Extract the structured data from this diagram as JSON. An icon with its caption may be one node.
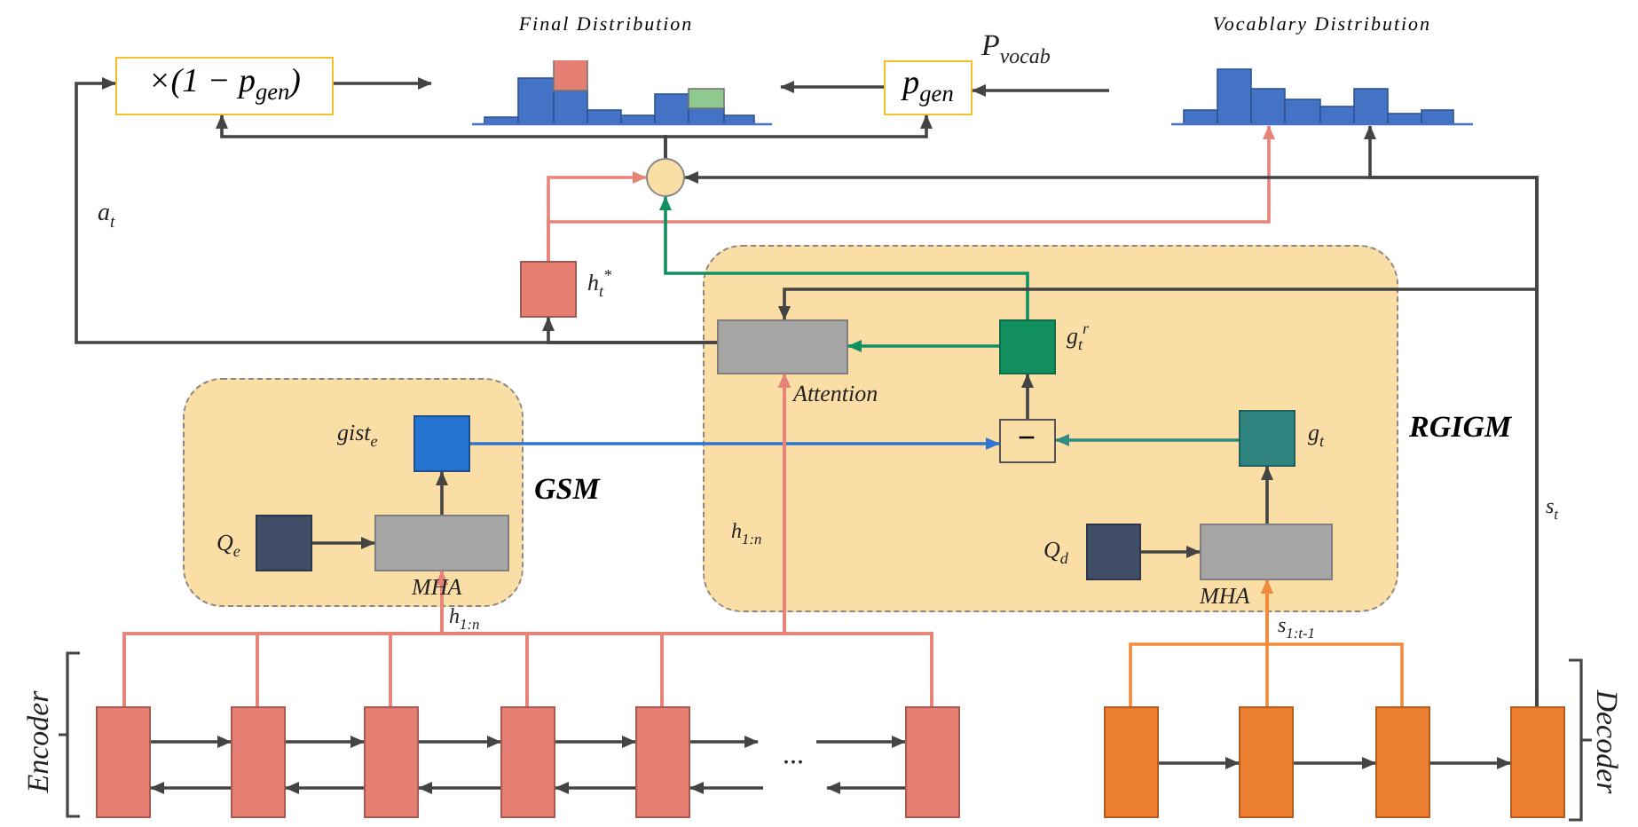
{
  "diagram": {
    "nodes": [
      {
        "text": [
          "×(1 − p$_{gen}$)"
        ]
      },
      {
        "text": [
          "Final Distribution"
        ]
      },
      {
        "text": [
          "p$_{gen}$"
        ]
      },
      {
        "text": [
          "Vocablary Distribution"
        ]
      },
      {
        "text": [],
        "shape": "circle"
      },
      {
        "text": [],
        "shape": "box",
        "beside": [
          "h$_{t}$$^{*}$"
        ]
      },
      {
        "text": [
          "GSM"
        ]
      },
      {
        "text": [],
        "shape": "box",
        "in": 6,
        "beside": [
          "gist$_{e}$"
        ]
      },
      {
        "text": [],
        "shape": "box",
        "in": 6,
        "beside": [
          "Q$_{e}$"
        ]
      },
      {
        "text": [],
        "shape": "box",
        "in": 6,
        "beside": [
          "MHA"
        ]
      },
      {
        "text": [
          "RGIGM"
        ]
      },
      {
        "text": [],
        "shape": "box",
        "in": 10,
        "beside": [
          "Attention"
        ]
      },
      {
        "text": [],
        "shape": "box",
        "in": 10,
        "beside": [
          "g$_{t}$$^{r}$"
        ]
      },
      {
        "text": [
          "−"
        ],
        "in": 10
      },
      {
        "text": [],
        "shape": "box",
        "in": 10,
        "beside": [
          "g$_{t}$"
        ]
      },
      {
        "text": [],
        "shape": "box",
        "in": 10,
        "beside": [
          "Q$_{d}$"
        ]
      },
      {
        "text": [],
        "shape": "box",
        "in": 10,
        "beside": [
          "MHA"
        ]
      },
      {
        "text": [],
        "shape": "box"
      },
      {
        "text": [],
        "shape": "box"
      },
      {
        "text": [],
        "shape": "box"
      },
      {
        "text": [],
        "shape": "box"
      },
      {
        "text": [],
        "shape": "box"
      },
      {
        "text": [],
        "shape": "box"
      },
      {
        "text": [],
        "shape": "box"
      },
      {
        "text": [],
        "shape": "box"
      },
      {
        "text": [],
        "shape": "box"
      },
      {
        "text": [],
        "shape": "box"
      }
    ],
    "edges": [
      {
        "from": 0,
        "to": 1,
        "arrow": "to"
      },
      {
        "from": 2,
        "to": 1,
        "arrow": "to"
      },
      {
        "from": null,
        "to": 2,
        "arrow": "to",
        "label": "P$_{vocab}$"
      },
      {
        "from": 4,
        "to": 0,
        "arrow": "to"
      },
      {
        "from": 4,
        "to": 2,
        "arrow": "to"
      },
      {
        "from": 11,
        "to": 0,
        "arrow": "to",
        "label": "a$_{t}$"
      },
      {
        "from": 11,
        "to": 5,
        "arrow": "to"
      },
      {
        "from": 5,
        "to": 4,
        "arrow": "to",
        "color": "#e8837a"
      },
      {
        "from": 5,
        "to": 3,
        "arrow": "to",
        "color": "#e8837a"
      },
      {
        "from": 12,
        "to": 4,
        "arrow": "to",
        "color": "#119060"
      },
      {
        "from": 12,
        "to": 11,
        "arrow": "to",
        "color": "#119060"
      },
      {
        "from": 26,
        "to": 4,
        "arrow": "to",
        "label": "s$_{t}$"
      },
      {
        "from": 26,
        "to": 3,
        "arrow": "to"
      },
      {
        "from": 26,
        "to": 11,
        "arrow": "to"
      },
      {
        "from": 7,
        "to": 13,
        "arrow": "to",
        "color": "#2f74d0"
      },
      {
        "from": 14,
        "to": 13,
        "arrow": "to",
        "color": "#2f8a82"
      },
      {
        "from": 13,
        "to": 12,
        "arrow": "to"
      },
      {
        "from": 8,
        "to": 9,
        "arrow": "to"
      },
      {
        "from": 9,
        "to": 7,
        "arrow": "to"
      },
      {
        "from": 15,
        "to": 16,
        "arrow": "to"
      },
      {
        "from": 16,
        "to": 14,
        "arrow": "to"
      },
      {
        "from": 17,
        "to": 9,
        "arrow": "to",
        "color": "#e8837a",
        "label": "h$_{1:n}$"
      },
      {
        "from": 17,
        "to": 11,
        "arrow": "to",
        "color": "#e8837a",
        "label": "h$_{1:n}$"
      },
      {
        "from": 18,
        "to": 9,
        "arrow": "to",
        "color": "#e8837a"
      },
      {
        "from": 18,
        "to": 11,
        "arrow": "to",
        "color": "#e8837a"
      },
      {
        "from": 19,
        "to": 9,
        "arrow": "to",
        "color": "#e8837a"
      },
      {
        "from": 19,
        "to": 11,
        "arrow": "to",
        "color": "#e8837a"
      },
      {
        "from": 20,
        "to": 9,
        "arrow": "to",
        "color": "#e8837a"
      },
      {
        "from": 20,
        "to": 11,
        "arrow": "to",
        "color": "#e8837a"
      },
      {
        "from": 21,
        "to": 9,
        "arrow": "to",
        "color": "#e8837a"
      },
      {
        "from": 21,
        "to": 11,
        "arrow": "to",
        "color": "#e8837a"
      },
      {
        "from": 22,
        "to": 9,
        "arrow": "to",
        "color": "#e8837a"
      },
      {
        "from": 22,
        "to": 11,
        "arrow": "to",
        "color": "#e8837a"
      },
      {
        "from": 17,
        "to": 18,
        "arrow": "to"
      },
      {
        "from": 18,
        "to": 17,
        "arrow": "to"
      },
      {
        "from": 18,
        "to": 19,
        "arrow": "to"
      },
      {
        "from": 19,
        "to": 18,
        "arrow": "to"
      },
      {
        "from": 19,
        "to": 20,
        "arrow": "to"
      },
      {
        "from": 20,
        "to": 19,
        "arrow": "to"
      },
      {
        "from": 20,
        "to": 21,
        "arrow": "to"
      },
      {
        "from": 21,
        "to": 20,
        "arrow": "to"
      },
      {
        "from": 21,
        "to": null,
        "arrow": "to"
      },
      {
        "from": null,
        "to": 21,
        "arrow": "to"
      },
      {
        "from": null,
        "to": 22,
        "arrow": "to"
      },
      {
        "from": 22,
        "to": null,
        "arrow": "to"
      },
      {
        "from": 23,
        "to": 24,
        "arrow": "to"
      },
      {
        "from": 24,
        "to": 25,
        "arrow": "to"
      },
      {
        "from": 25,
        "to": 26,
        "arrow": "to"
      },
      {
        "from": 23,
        "to": 16,
        "arrow": "to",
        "color": "#f08a3c",
        "label": "s$_{1:t-1}$"
      },
      {
        "from": 24,
        "to": 16,
        "arrow": "to",
        "color": "#f08a3c"
      },
      {
        "from": 25,
        "to": 16,
        "arrow": "to",
        "color": "#f08a3c"
      }
    ],
    "labels": [
      "...",
      "Encoder",
      "Decoder"
    ]
  }
}
